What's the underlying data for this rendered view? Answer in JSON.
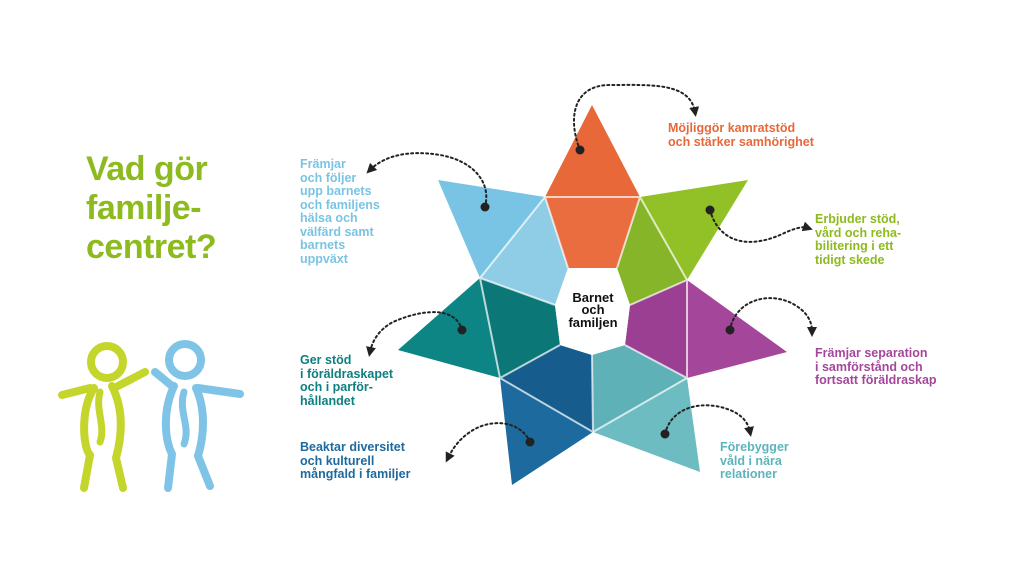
{
  "title": {
    "lines": [
      "Vad gör",
      "familje-",
      "centret?"
    ],
    "color": "#8dbb1f"
  },
  "center": {
    "lines": [
      "Barnet",
      "och",
      "familjen"
    ]
  },
  "items": [
    {
      "id": "top",
      "lines": [
        "Möjliggör kamratstöd",
        "och stärker samhörighet"
      ],
      "color": "#e8683a"
    },
    {
      "id": "upper-right",
      "lines": [
        "Erbjuder stöd,",
        "vård och reha-",
        "bilitering i ett",
        "tidigt skede"
      ],
      "color": "#8dbb1f"
    },
    {
      "id": "lower-right",
      "lines": [
        "Främjar separation",
        "i samförstånd och",
        "fortsatt föräldraskap"
      ],
      "color": "#a4479b"
    },
    {
      "id": "bottom-right",
      "lines": [
        "Förebygger",
        "våld i nära",
        "relationer"
      ],
      "color": "#5bb5bd"
    },
    {
      "id": "bottom-left",
      "lines": [
        "Beaktar diversitet",
        "och kulturell",
        "mångfald i familjer"
      ],
      "color": "#1d6a9e"
    },
    {
      "id": "lower-left",
      "lines": [
        "Ger stöd",
        "i föräldraskapet",
        "och i parför-",
        "hållandet"
      ],
      "color": "#0d7f80"
    },
    {
      "id": "upper-left",
      "lines": [
        "Främjar",
        "och följer",
        "upp barnets",
        "och familjens",
        "hälsa och",
        "välfärd samt",
        "barnets",
        "uppväxt"
      ],
      "color": "#79c4e4"
    }
  ],
  "figure_colors": {
    "left": "#c4d52b",
    "right": "#7fc4e6"
  }
}
